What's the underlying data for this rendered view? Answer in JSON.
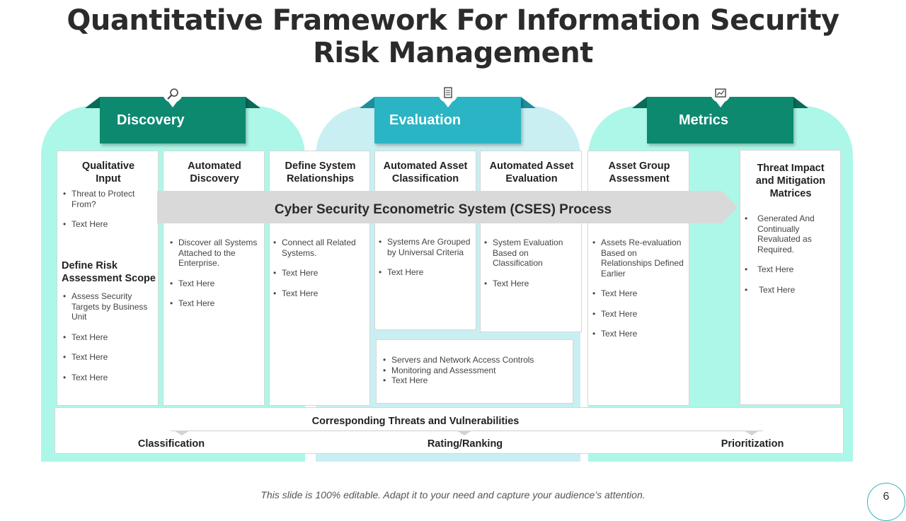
{
  "title_line1": "Quantitative Framework For Information Security",
  "title_line2": "Risk Management",
  "colors": {
    "mint": "#adf7e8",
    "light_teal": "#c9eff2",
    "dark_green": "#0d8970",
    "teal": "#2bb4c4",
    "arrow_gray": "#d9d9d9"
  },
  "sections": [
    {
      "label": "Discovery",
      "icon": "magnifier-icon"
    },
    {
      "label": "Evaluation",
      "icon": "clipboard-icon"
    },
    {
      "label": "Metrics",
      "icon": "chart-icon"
    }
  ],
  "cards": {
    "qualitative": {
      "title": "Qualitative Input",
      "items": [
        "Threat to Protect From?",
        "Text Here"
      ],
      "sub_title": "Define Risk Assessment Scope",
      "sub_items": [
        "Assess Security Targets by Business Unit",
        "Text Here",
        "Text Here",
        "Text Here"
      ]
    },
    "auto_discovery": {
      "title": "Automated Discovery",
      "items": [
        "Discover all Systems Attached to the Enterprise.",
        "Text Here",
        "Text Here"
      ]
    },
    "define_system": {
      "title": "Define System Relationships",
      "items": [
        "Connect all Related Systems.",
        "Text Here",
        "Text Here"
      ]
    },
    "auto_classification": {
      "title": "Automated Asset Classification",
      "items": [
        "Systems Are Grouped by Universal Criteria",
        "Text Here"
      ]
    },
    "auto_evaluation": {
      "title": "Automated Asset Evaluation",
      "items": [
        "System Evaluation Based on Classification",
        "Text Here"
      ]
    },
    "servers": {
      "items": [
        "Servers and Network Access Controls",
        "Monitoring and Assessment",
        "Text Here"
      ]
    },
    "asset_group": {
      "title": "Asset Group Assessment",
      "items": [
        "Assets Re-evaluation Based on Relationships Defined Earlier",
        "Text Here",
        "Text Here",
        "Text Here"
      ]
    },
    "threat_impact": {
      "title": "Threat Impact and Mitigation Matrices",
      "items": [
        "Generated And Continually Revaluated as Required.",
        "Text Here",
        "Text Here"
      ]
    }
  },
  "process_arrow": "Cyber Security Econometric System (CSES) Process",
  "bottom": {
    "title": "Corresponding Threats and Vulnerabilities",
    "labels": [
      "Classification",
      "Rating/Ranking",
      "Prioritization"
    ]
  },
  "footer": "This slide is 100% editable.  Adapt it to your need and capture your audience’s attention.",
  "page_number": "6"
}
